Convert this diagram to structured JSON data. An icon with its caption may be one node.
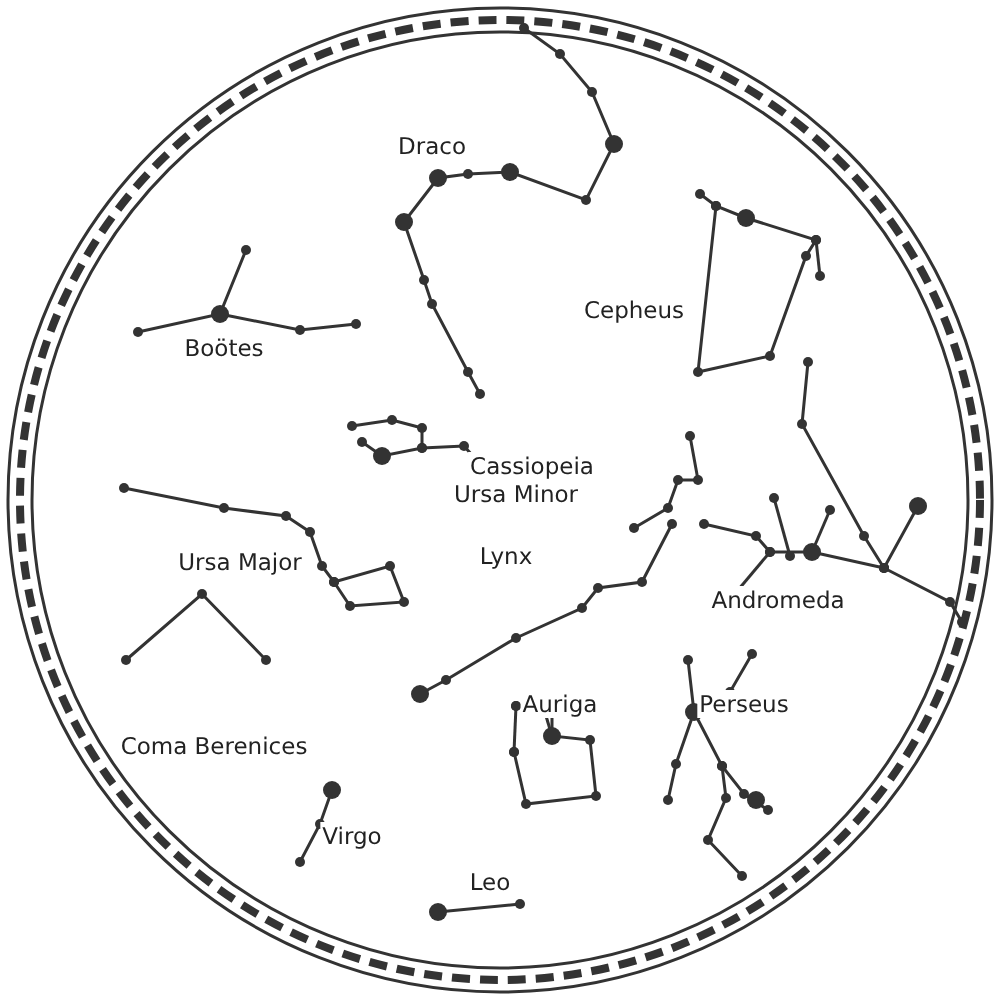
{
  "diagram": {
    "labels": [
      "Draco",
      "Cepheus",
      "Boötes",
      "Cassiopeia",
      "Ursa Minor",
      "Ursa Major",
      "Lynx",
      "Andromeda",
      "Auriga",
      "Perseus",
      "Coma Berenices",
      "Virgo",
      "Leo"
    ]
  }
}
